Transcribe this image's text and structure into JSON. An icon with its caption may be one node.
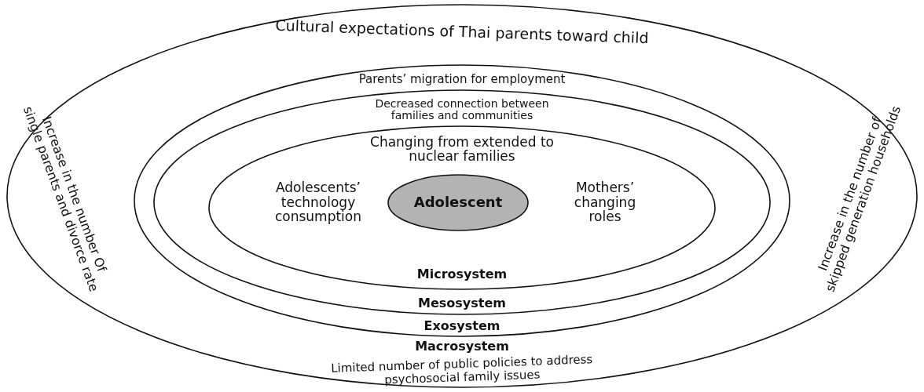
{
  "diagram": {
    "nodes": [
      {
        "text": [
          "Cultural  expectations of Thai parents toward child",
          "Increase in the number Of single parents and divorce rate",
          "Increase in the number of skipped generation households",
          "Macrosystem",
          "Limited number of public policies to address psychosocial family issues"
        ]
      },
      {
        "text": [
          "Parents’ migration for employment",
          "Exosystem"
        ],
        "in": 0
      },
      {
        "text": [
          "Decreased connection between families and communities",
          "Mesosystem"
        ],
        "in": 1
      },
      {
        "text": [
          "Changing from extended to nuclear families",
          "Adolescents’ technology consumption",
          "Mothers’ changing roles",
          "Microsystem"
        ],
        "in": 2
      },
      {
        "text": [
          "Adolescent"
        ],
        "in": 3
      }
    ],
    "edges": []
  }
}
